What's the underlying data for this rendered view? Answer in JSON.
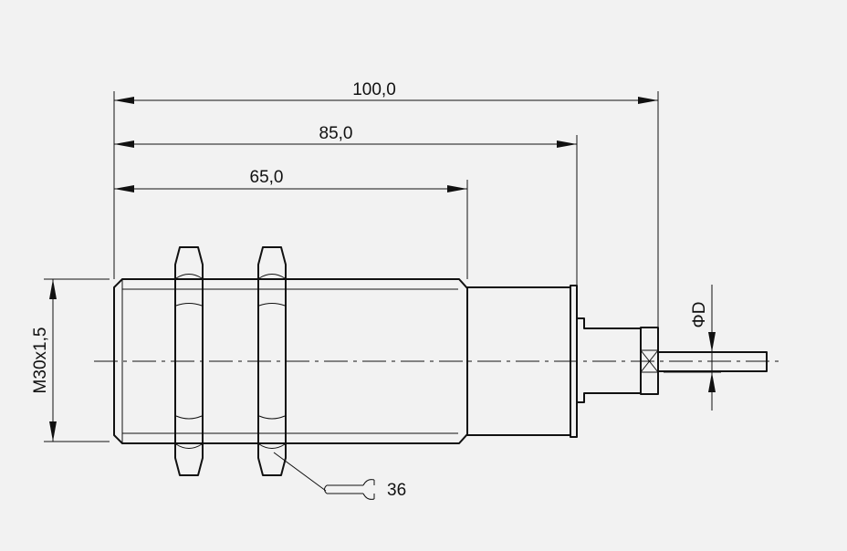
{
  "dimensions": {
    "overall_length": "100,0",
    "body_length": "85,0",
    "thread_length": "65,0",
    "thread_size": "M30x1,5",
    "cable_diameter": "ΦD",
    "wrench_size": "36"
  },
  "colors": {
    "background": "#f2f2f2",
    "line": "#111111"
  },
  "icons": {
    "wrench": "wrench-icon"
  }
}
